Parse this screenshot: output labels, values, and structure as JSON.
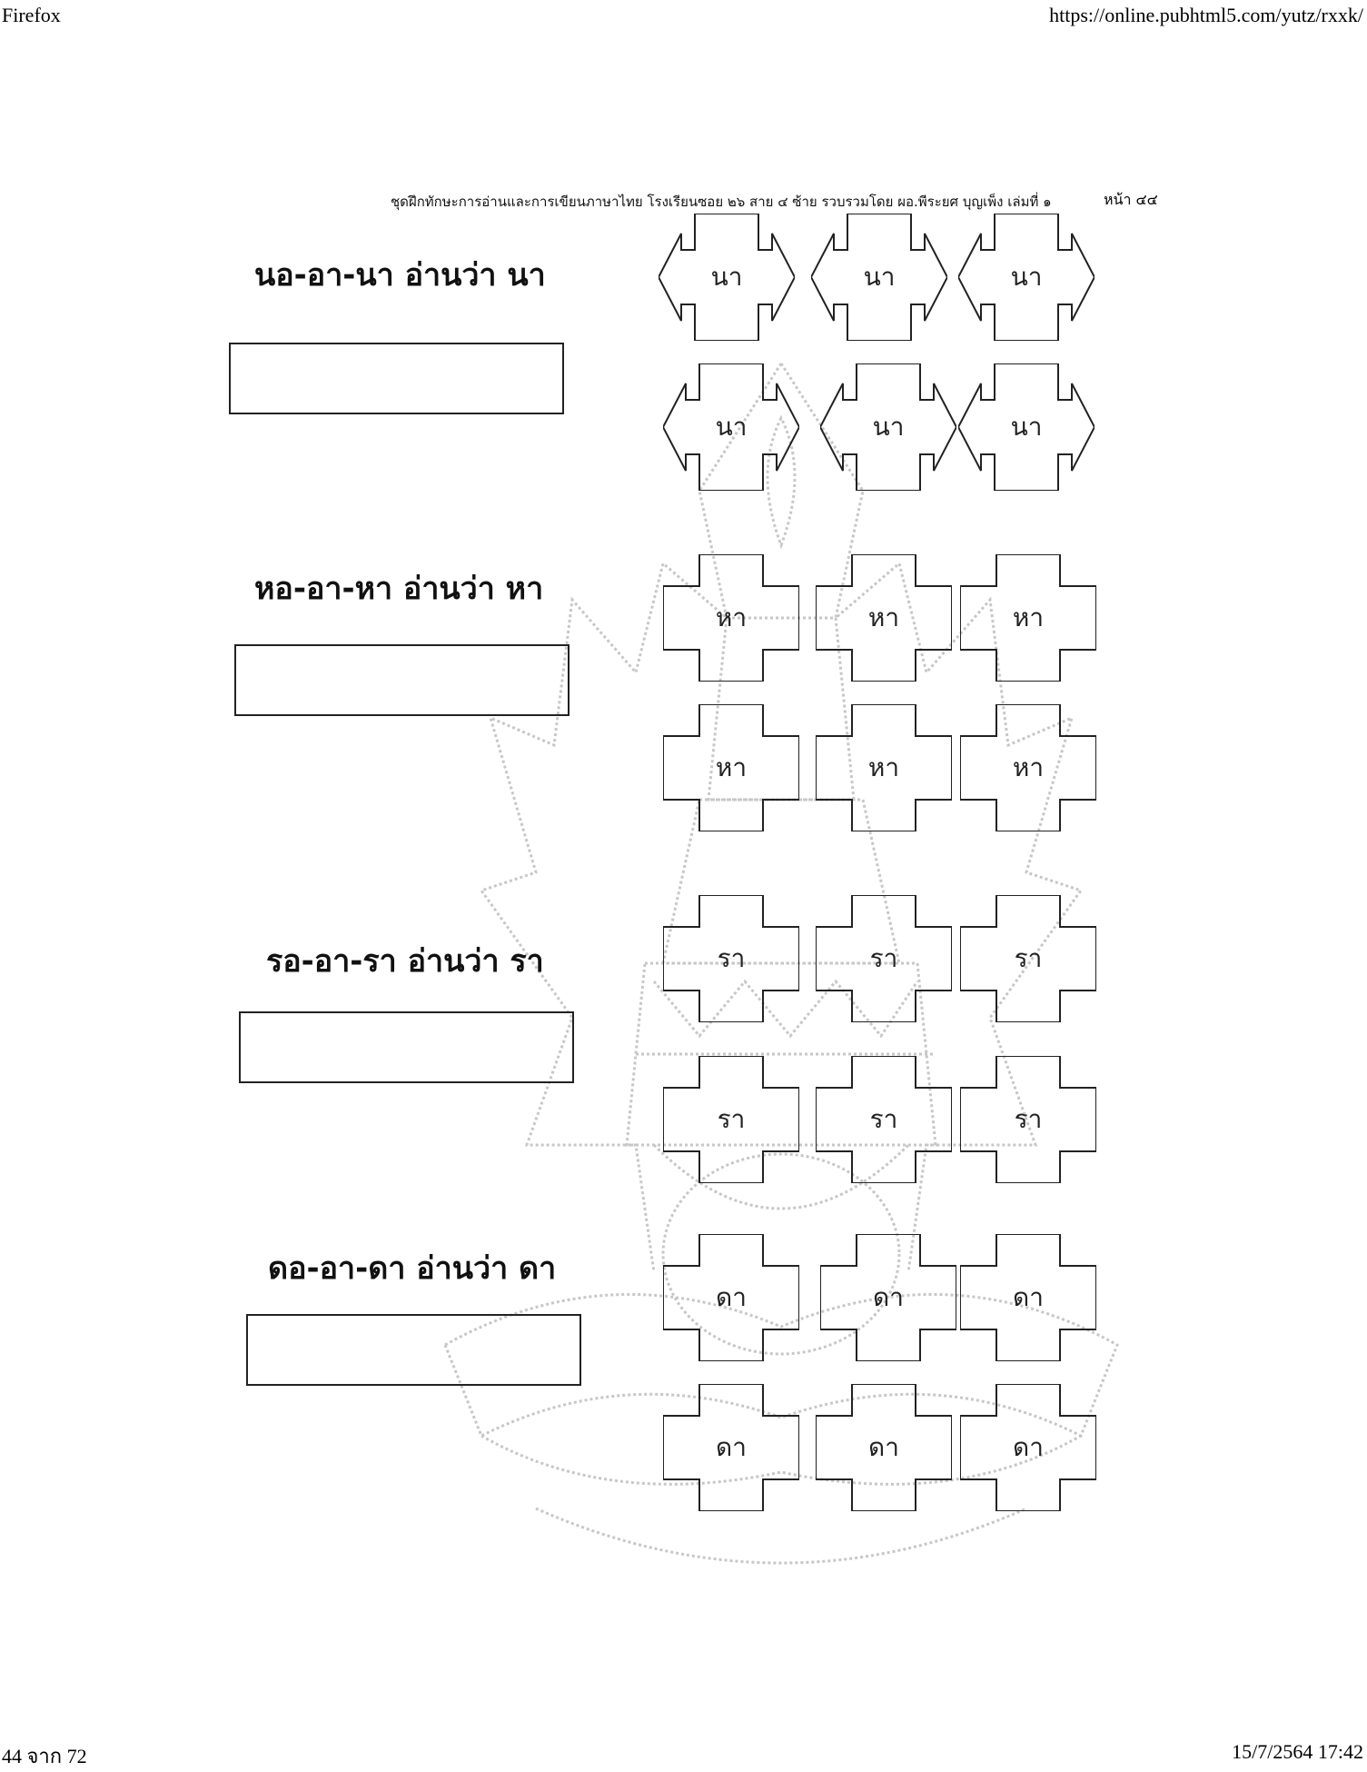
{
  "browser": {
    "app_name": "Firefox",
    "url": "https://online.pubhtml5.com/yutz/rxxk/"
  },
  "footer": {
    "page_counter": "44 จาก 72",
    "datetime": "15/7/2564 17:42"
  },
  "worksheet": {
    "header": "ชุดฝึกทักษะการอ่านและการเขียนภาษาไทย  โรงเรียนซอย ๒๖ สาย ๔ ซ้าย รวบรวมโดย  ผอ.พีระยศ  บุญเพ็ง  เล่มที่ ๑",
    "page_label": "หน้า ๔๔",
    "sections": [
      {
        "heading": "นอ-อา-นา  อ่านว่า  นา",
        "syllable": "นา",
        "tile_style": "arrow"
      },
      {
        "heading": "หอ-อา-หา  อ่านว่า  หา",
        "syllable": "หา",
        "tile_style": "cross"
      },
      {
        "heading": "รอ-อา-รา  อ่านว่า  รา",
        "syllable": "รา",
        "tile_style": "cross"
      },
      {
        "heading": "ดอ-อา-ดา  อ่านว่า  ดา",
        "syllable": "ดา",
        "tile_style": "cross"
      }
    ]
  }
}
